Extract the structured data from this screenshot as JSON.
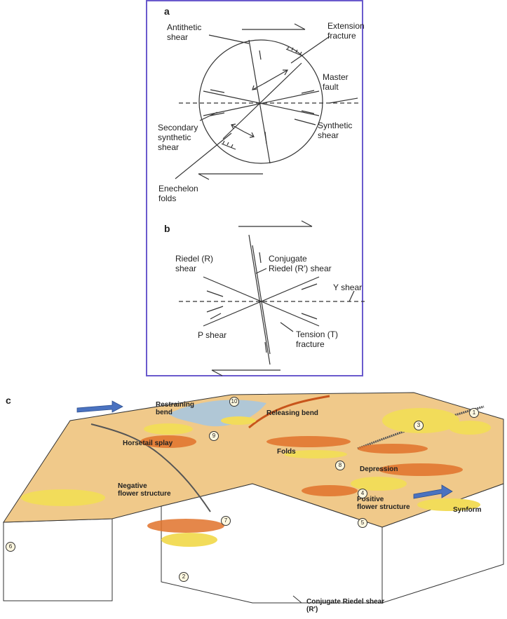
{
  "panel_a": {
    "letter": "a",
    "labels": {
      "antithetic": "Antithetic\nshear",
      "extension": "Extension\nfracture",
      "master": "Master\nfault",
      "secondary": "Secondary\nsynthetic\nshear",
      "synthetic": "Synthetic\nshear",
      "enechelon": "Enechelon\nfolds"
    }
  },
  "panel_b": {
    "letter": "b",
    "labels": {
      "riedel": "Riedel (R)\nshear",
      "conjugate": "Conjugate\nRiedel (R′) shear",
      "yshear": "Y shear",
      "pshear": "P shear",
      "tension": "Tension (T)\nfracture"
    }
  },
  "panel_c": {
    "letter": "c",
    "labels": {
      "restraining": "Restraining\nbend",
      "releasing": "Releasing bend",
      "horsetail": "Horsetail splay",
      "folds": "Folds",
      "depression": "Depression",
      "negative": "Negative\nflower structure",
      "positive": "Positive\nflower structure",
      "synform": "Synform",
      "conjugate_riedel": "Conjugate Riedel shear\n(R′)"
    },
    "numbers": [
      "1",
      "2",
      "3",
      "4",
      "5",
      "6",
      "7",
      "8",
      "9",
      "10"
    ]
  },
  "colors": {
    "frame": "#6a5acd",
    "ground": "#f0c98a",
    "orange_ridge": "#e0722a",
    "yellow_fold": "#f2dc5a",
    "water": "#a9c6de",
    "arrow_blue": "#4a72c0"
  }
}
